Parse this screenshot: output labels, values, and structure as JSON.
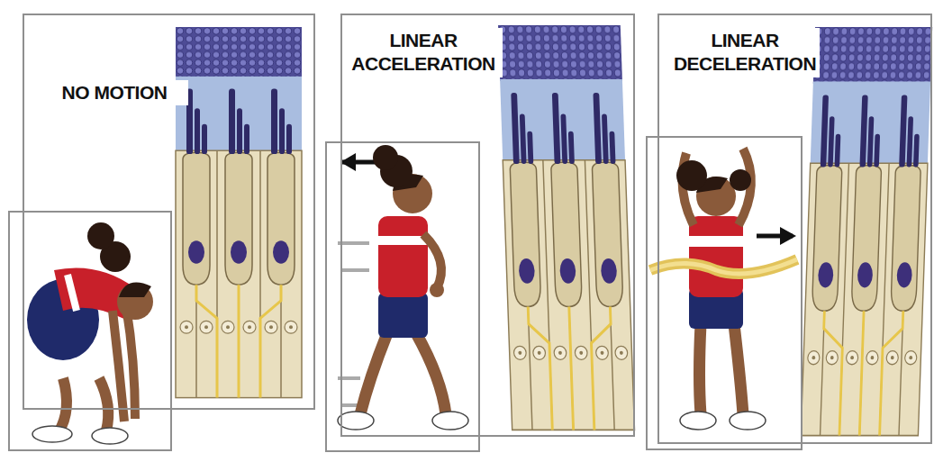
{
  "diagram": {
    "nodes": [
      {
        "text": [
          "NO MOTION"
        ]
      },
      {
        "text": [
          "LINEAR ACCELERATION"
        ]
      },
      {
        "text": [
          "LINEAR DECELERATION"
        ]
      }
    ]
  }
}
